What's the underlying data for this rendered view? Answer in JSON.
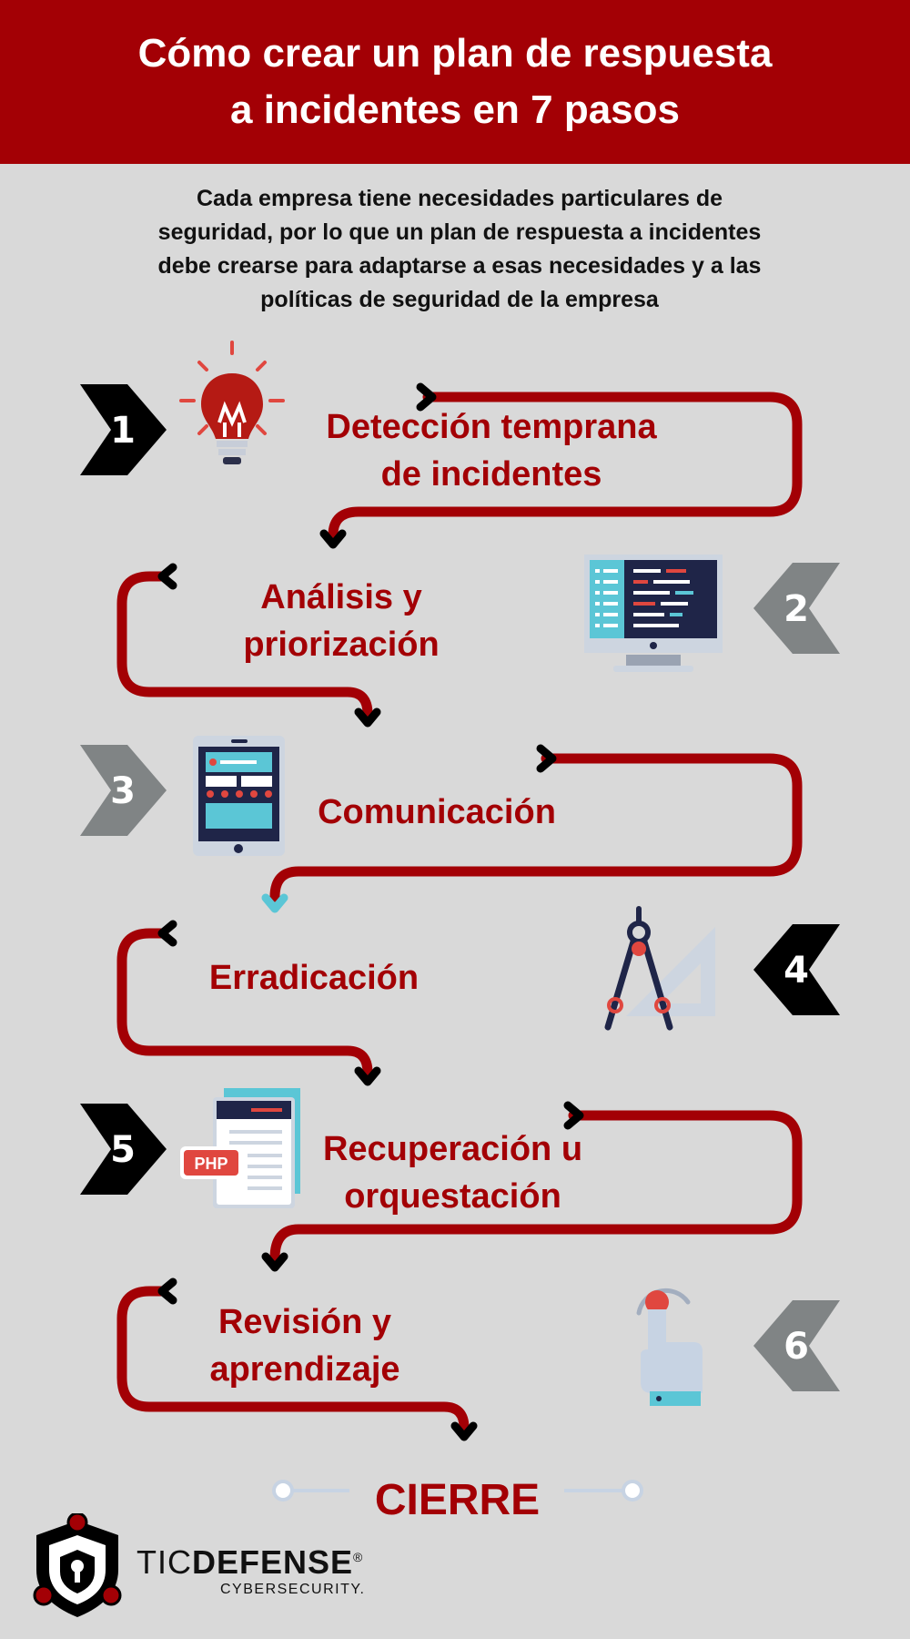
{
  "header": {
    "title_line1": "Cómo crear un plan de respuesta",
    "title_line2": "a incidentes en 7 pasos"
  },
  "intro": {
    "line1": "Cada empresa tiene necesidades particulares de",
    "line2": "seguridad, por lo que un plan de respuesta a incidentes",
    "line3": "debe crearse para adaptarse a esas necesidades y a las",
    "line4": "políticas de seguridad de la empresa"
  },
  "steps": [
    {
      "number": "1",
      "title_line1": "Detección temprana",
      "title_line2": "de incidentes",
      "icon": "lightbulb-icon"
    },
    {
      "number": "2",
      "title_line1": "Análisis y",
      "title_line2": "priorización",
      "icon": "monitor-code-icon"
    },
    {
      "number": "3",
      "title_line1": "Comunicación",
      "title_line2": "",
      "icon": "tablet-icon"
    },
    {
      "number": "4",
      "title_line1": "Erradicación",
      "title_line2": "",
      "icon": "compass-ruler-icon"
    },
    {
      "number": "5",
      "title_line1": "Recuperación u",
      "title_line2": "orquestación",
      "icon": "php-document-icon"
    },
    {
      "number": "6",
      "title_line1": "Revisión y",
      "title_line2": "aprendizaje",
      "icon": "touch-hand-icon"
    }
  ],
  "closing": {
    "label": "CIERRE"
  },
  "brand": {
    "name_part1": "TIC",
    "name_part2": "DEFENSE",
    "registered": "®",
    "subtitle": "CYBERSECURITY."
  },
  "colors": {
    "accent": "#a30005",
    "background": "#d9d9d9",
    "badge_dark": "#000000",
    "badge_gray": "#808485"
  }
}
